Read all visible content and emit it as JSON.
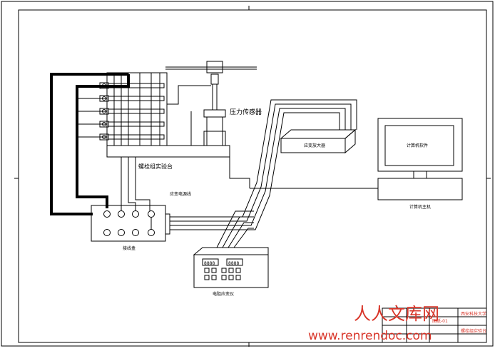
{
  "labels": {
    "pressure_sensor": "压力传感器",
    "bolt_bench": "螺栓组实验台",
    "strain_amp": "应变放大器",
    "software": "计算机软件",
    "monitor": "计算机主机",
    "cable_label": "应变电源线",
    "junction_box": "接线盒",
    "strain_meter": "电阻应变仪"
  },
  "meter": {
    "digits_left": "8888",
    "digits_right": "8888"
  },
  "title_block": {
    "school": "西安科技大学",
    "drawing_title": "螺栓组实验台",
    "drawing_no": "图纸-01"
  },
  "watermark": {
    "cn": "人人文库网",
    "url": "www.renrendoc.com"
  }
}
